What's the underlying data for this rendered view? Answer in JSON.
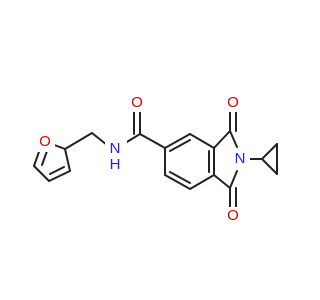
{
  "molecule": {
    "atom_labels": {
      "amide_oxygen": "O",
      "amide_nitrogen": "N",
      "amide_hydrogen": "H",
      "furan_oxygen": "O",
      "imide_nitrogen": "N",
      "imide_oxygen_top": "O",
      "imide_oxygen_bottom": "O"
    },
    "colors": {
      "bond": "#222222",
      "oxygen": "#e00000",
      "nitrogen": "#2020ff",
      "background": "#ffffff"
    }
  }
}
